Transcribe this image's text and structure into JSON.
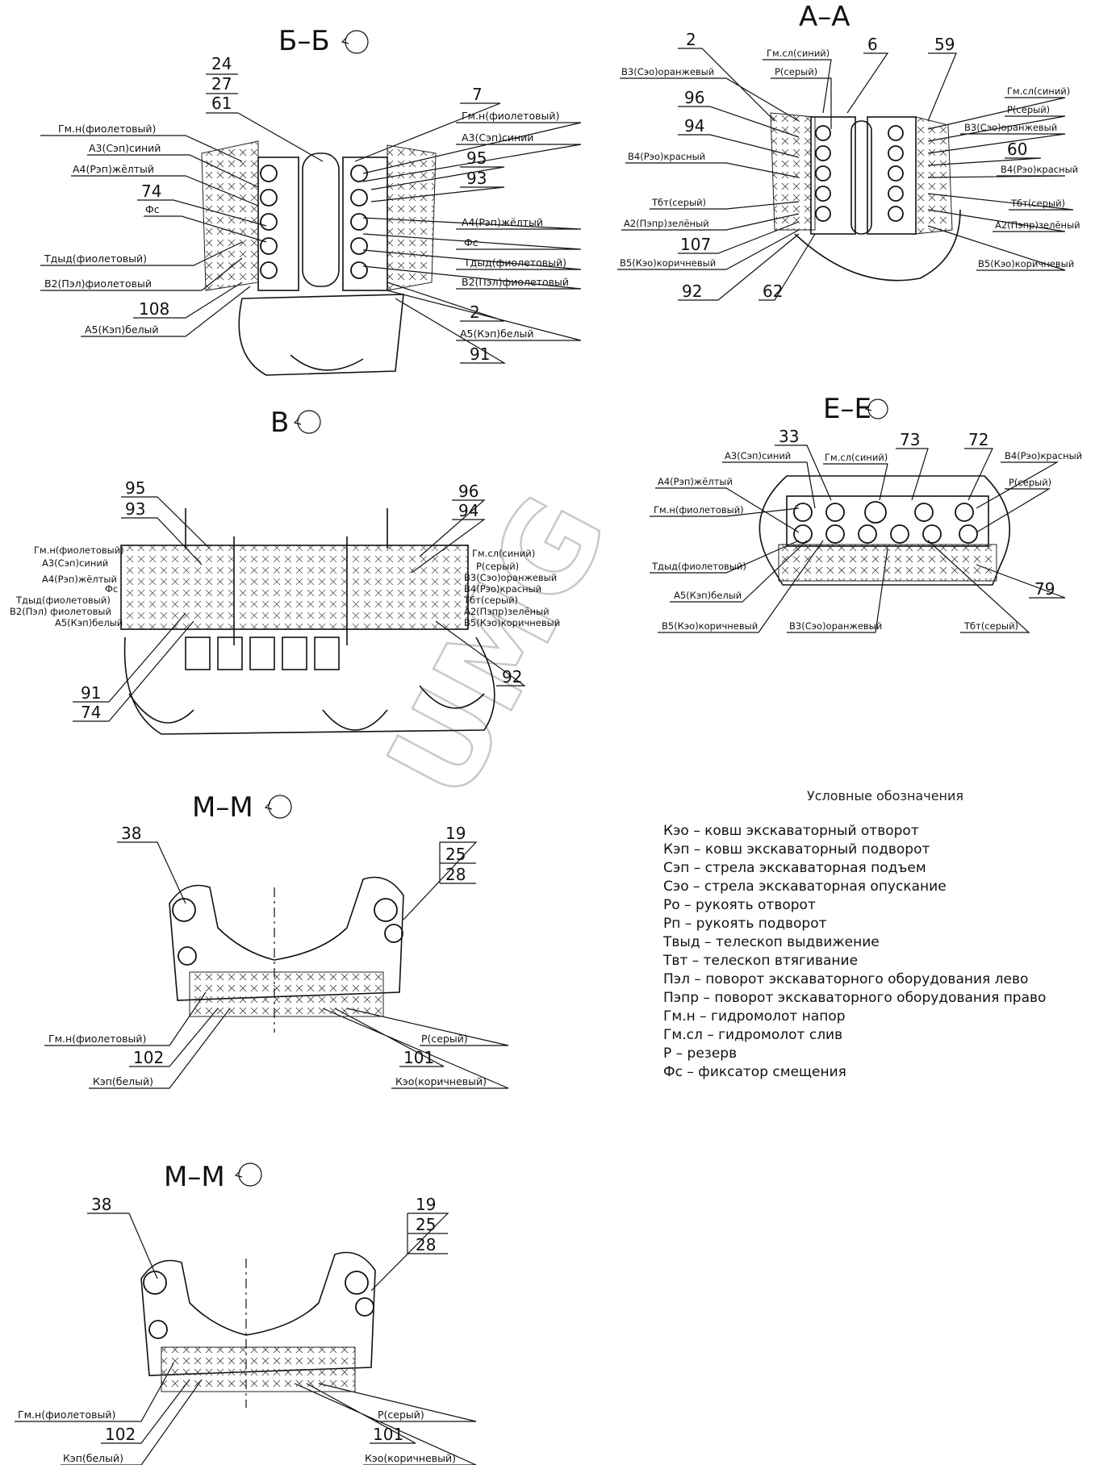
{
  "views": {
    "bb": {
      "title": "Б–Б",
      "nums": [
        "24",
        "27",
        "61",
        "7",
        "95",
        "93",
        "74",
        "108",
        "2",
        "91"
      ],
      "left": [
        "Гм.н(фиолетовый)",
        "А3(Сэп)синий",
        "А4(Рэп)жёлтый",
        "Фс",
        "Тдыд(фиолетовый)",
        "В2(Пэл)фиолетовый",
        "А5(Кэп)белый"
      ],
      "right": [
        "Гм.н(фиолетовый)",
        "А3(Сэп)синий",
        "А4(Рэп)жёлтый",
        "Фс",
        "Тдыд(фиолетовый)",
        "В2(Пэл)фиолетовый",
        "А5(Кэп)белый"
      ]
    },
    "aa": {
      "title": "А–А",
      "nums": [
        "2",
        "6",
        "59",
        "96",
        "94",
        "60",
        "107",
        "92",
        "62"
      ],
      "top": [
        "Гм.сл(синий)",
        "Р(серый)"
      ],
      "left": [
        "В3(Сэо)оранжевый",
        "В4(Рэо)красный",
        "Тбт(серый)",
        "А2(Пэпр)зелёный",
        "В5(Кэо)коричневый"
      ],
      "right": [
        "Гм.сл(синий)",
        "Р(серый)",
        "В3(Сэо)оранжевый",
        "В4(Рэо)красный",
        "Тбт(серый)",
        "А2(Пэпр)зелёный",
        "В5(Кэо)коричневый"
      ]
    },
    "v": {
      "title": "В",
      "nums": [
        "95",
        "93",
        "96",
        "94",
        "91",
        "74",
        "92"
      ],
      "left": [
        "Гм.н(фиолетовый)",
        "А3(Сэп)синий",
        "А4(Рэп)жёлтый",
        "Фс",
        "Тдыд(фиолетовый)",
        "В2(Пэл) фиолетовый",
        "А5(Кэп)белый"
      ],
      "right": [
        "Гм.сл(синий)",
        "Р(серый)",
        "В3(Сэо)оранжевый",
        "В4(Рэо)красный",
        "Тбт(серый)",
        "А2(Пэпр)зелёный",
        "В5(Кэо)коричневый"
      ]
    },
    "ee": {
      "title": "Е–Е",
      "nums": [
        "33",
        "73",
        "72",
        "79"
      ],
      "labels": [
        "А3(Сэп)синий",
        "Гм.сл(синий)",
        "В4(Рэо)красный",
        "А4(Рэп)жёлтый",
        "Р(серый)",
        "Гм.н(фиолетовый)",
        "Тдыд(фиолетовый)",
        "А5(Кэп)белый",
        "В5(Кэо)коричневый",
        "В3(Сэо)оранжевый",
        "Тбт(серый)"
      ]
    },
    "mm1": {
      "title": "М–М",
      "nums": [
        "38",
        "19",
        "25",
        "28",
        "102",
        "101"
      ],
      "labels": [
        "Гм.н(фиолетовый)",
        "Р(серый)",
        "Кэп(белый)",
        "Кэо(коричневый)"
      ]
    },
    "mm2": {
      "title": "М–М",
      "nums": [
        "38",
        "19",
        "25",
        "28",
        "102",
        "101"
      ],
      "labels": [
        "Гм.н(фиолетовый)",
        "Р(серый)",
        "Кэп(белый)",
        "Кэо(коричневый)"
      ]
    }
  },
  "legend": {
    "heading": "Условные обозначения",
    "items": [
      "Кэо – ковш экскаваторный отворот",
      "Кэп – ковш экскаваторный подворот",
      "Сэп – стрела экскаваторная подъем",
      "Сэо – стрела экскаваторная опускание",
      "Ро – рукоять отворот",
      "Рп – рукоять подворот",
      "Твыд – телескоп выдвижение",
      "Твт – телескоп втягивание",
      "Пэл – поворот экскаваторного оборудования лево",
      "Пэпр – поворот экскаваторного оборудования право",
      "Гм.н – гидромолот напор",
      "Гм.сл – гидромолот слив",
      "Р – резерв",
      "Фс – фиксатор смещения"
    ]
  },
  "watermark": "UMG"
}
